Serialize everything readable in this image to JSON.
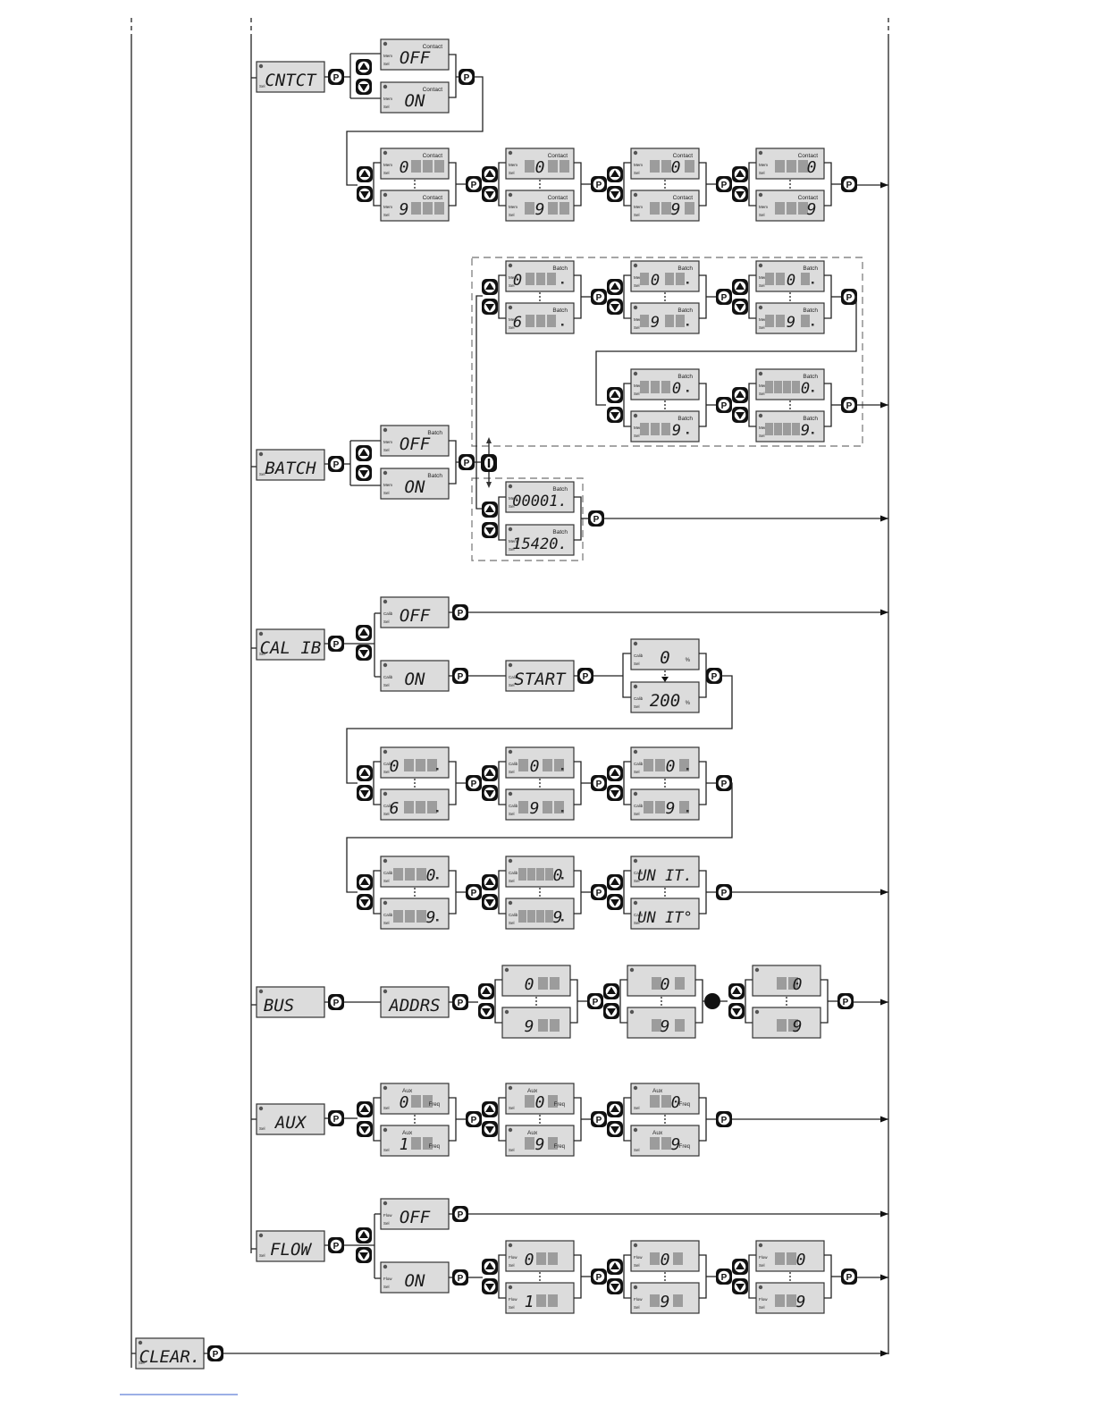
{
  "labels": {
    "contact": "Contact",
    "batch": "Batch",
    "aux": "Aux",
    "freq": "Freq",
    "mem": "Mem",
    "sel": "Sel",
    "calib": "Calib",
    "meas": "Meas",
    "flow": "Flow",
    "pct": "%",
    "p": "P"
  },
  "menus": {
    "cntct": "CNTCT",
    "batch": "BATCH",
    "calib": "CAL IB",
    "bus": "BUS",
    "aux": "AUX",
    "flow": "FLOW",
    "clear": "CLEAR."
  },
  "values": {
    "off": "OFF",
    "on": "ON",
    "start": "START",
    "addrs": "ADDRS",
    "zero": "0",
    "one": "1",
    "six": "6",
    "nine": "9",
    "n200": "200",
    "b00001": "00001.",
    "b15420": "15420.",
    "unit": "UN IT.",
    "unit2": "UN IT°"
  }
}
